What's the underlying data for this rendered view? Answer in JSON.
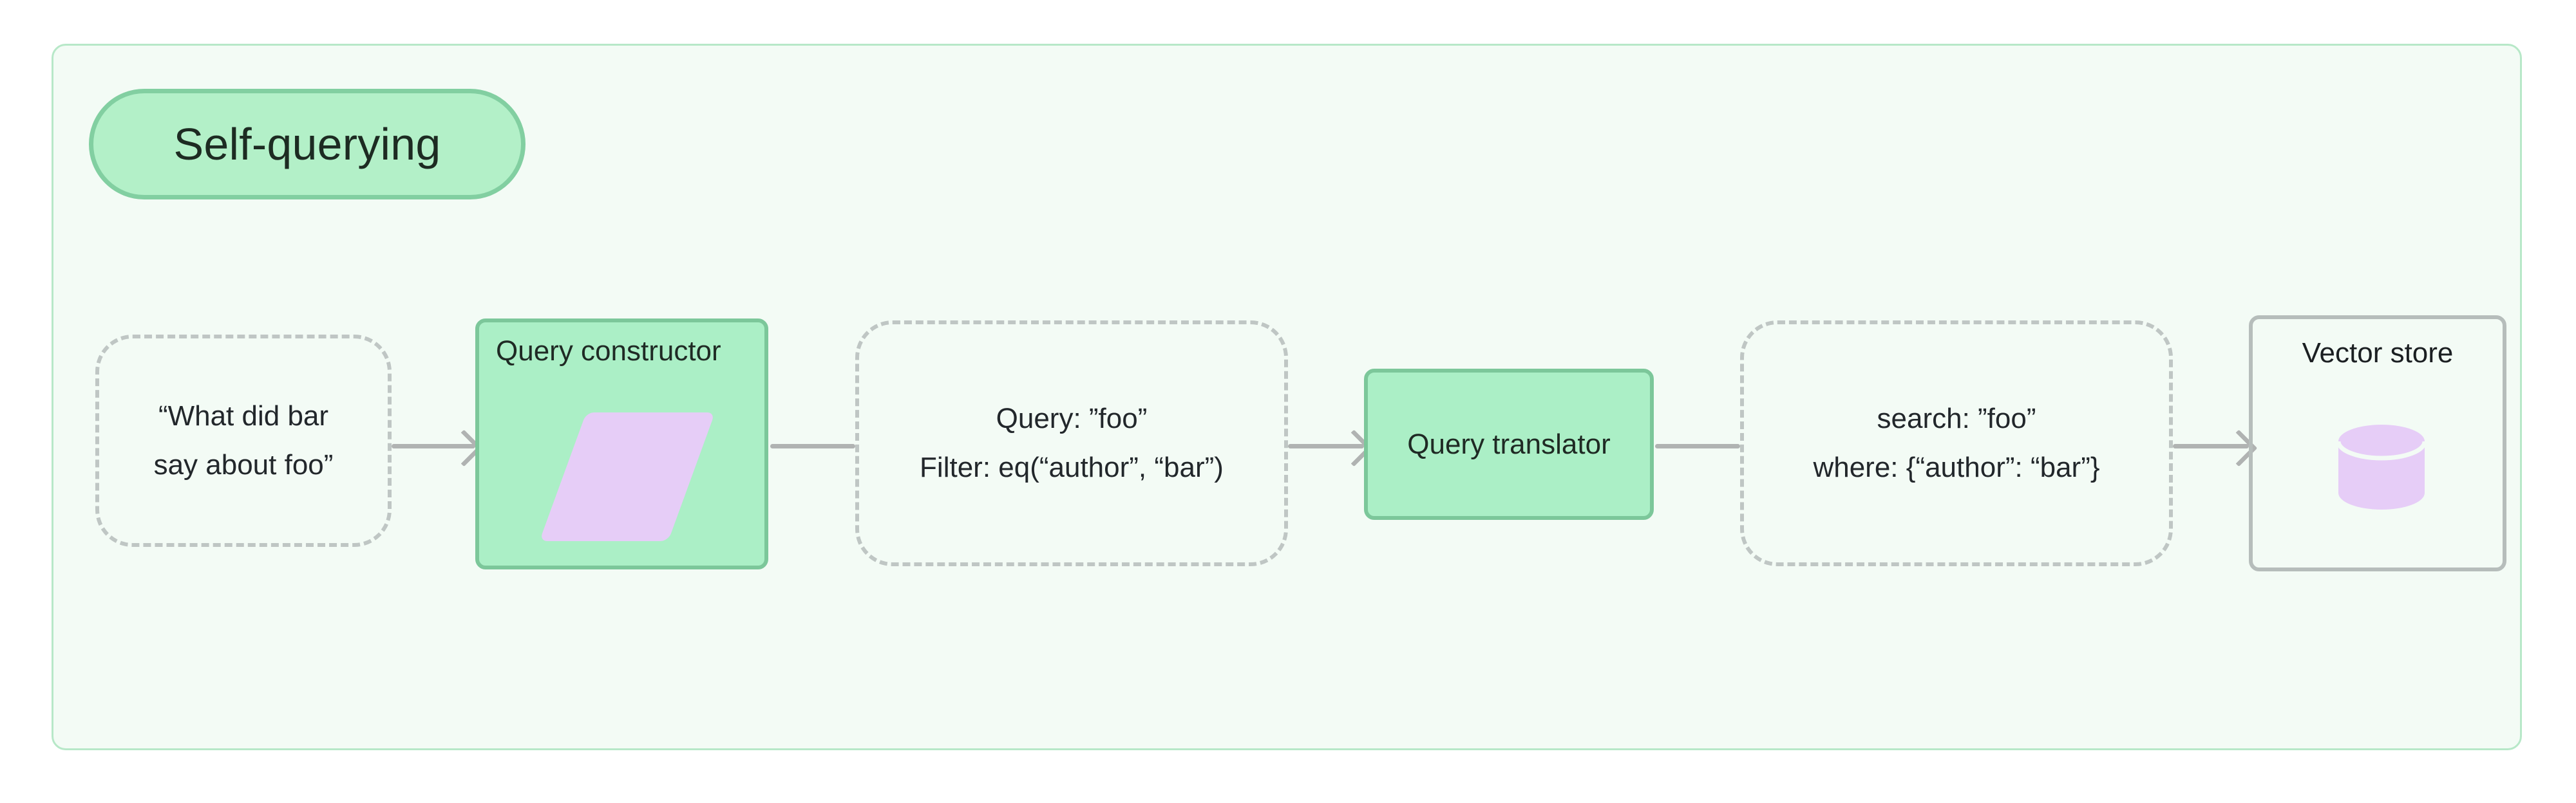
{
  "diagram": {
    "title": "Self-querying",
    "container_label": "self-querying-subgraph",
    "colors": {
      "container_fill": "#f3fbf5",
      "container_border": "#b7e8c8",
      "title_pill_fill": "#b3f0c8",
      "title_pill_border": "#82cfa1",
      "process_fill": "#abefc6",
      "process_border": "#7cc79a",
      "glyph_purple": "#e6cdf7",
      "dashed_border": "#bfc6c4",
      "store_border": "#b6bdbb",
      "connector": "#b0b3b2",
      "text": "#22272b"
    }
  },
  "nodes": {
    "user_question": {
      "kind": "dashed",
      "lines": [
        "“What did bar",
        "say about foo”"
      ]
    },
    "query_constructor": {
      "kind": "process",
      "label": "Query constructor",
      "glyph": "parallelogram-icon"
    },
    "structured_query": {
      "kind": "dashed",
      "lines": [
        "Query: ”foo”",
        "Filter: eq(“author”, “bar”)"
      ]
    },
    "query_translator": {
      "kind": "process",
      "label": "Query translator"
    },
    "native_query": {
      "kind": "dashed",
      "lines": [
        "search: ”foo”",
        "where: {“author”: “bar”}"
      ]
    },
    "vector_store": {
      "kind": "store",
      "label": "Vector store",
      "glyph": "database-cylinder-icon"
    }
  },
  "edges": [
    {
      "name": "edge-question-to-constructor",
      "from": "user_question",
      "to": "query_constructor",
      "arrow": true
    },
    {
      "name": "edge-constructor-to-structured-query",
      "from": "query_constructor",
      "to": "structured_query",
      "arrow": false
    },
    {
      "name": "edge-structured-query-to-translator",
      "from": "structured_query",
      "to": "query_translator",
      "arrow": true
    },
    {
      "name": "edge-translator-to-native-query",
      "from": "query_translator",
      "to": "native_query",
      "arrow": false
    },
    {
      "name": "edge-native-query-to-vector-store",
      "from": "native_query",
      "to": "vector_store",
      "arrow": true
    }
  ]
}
